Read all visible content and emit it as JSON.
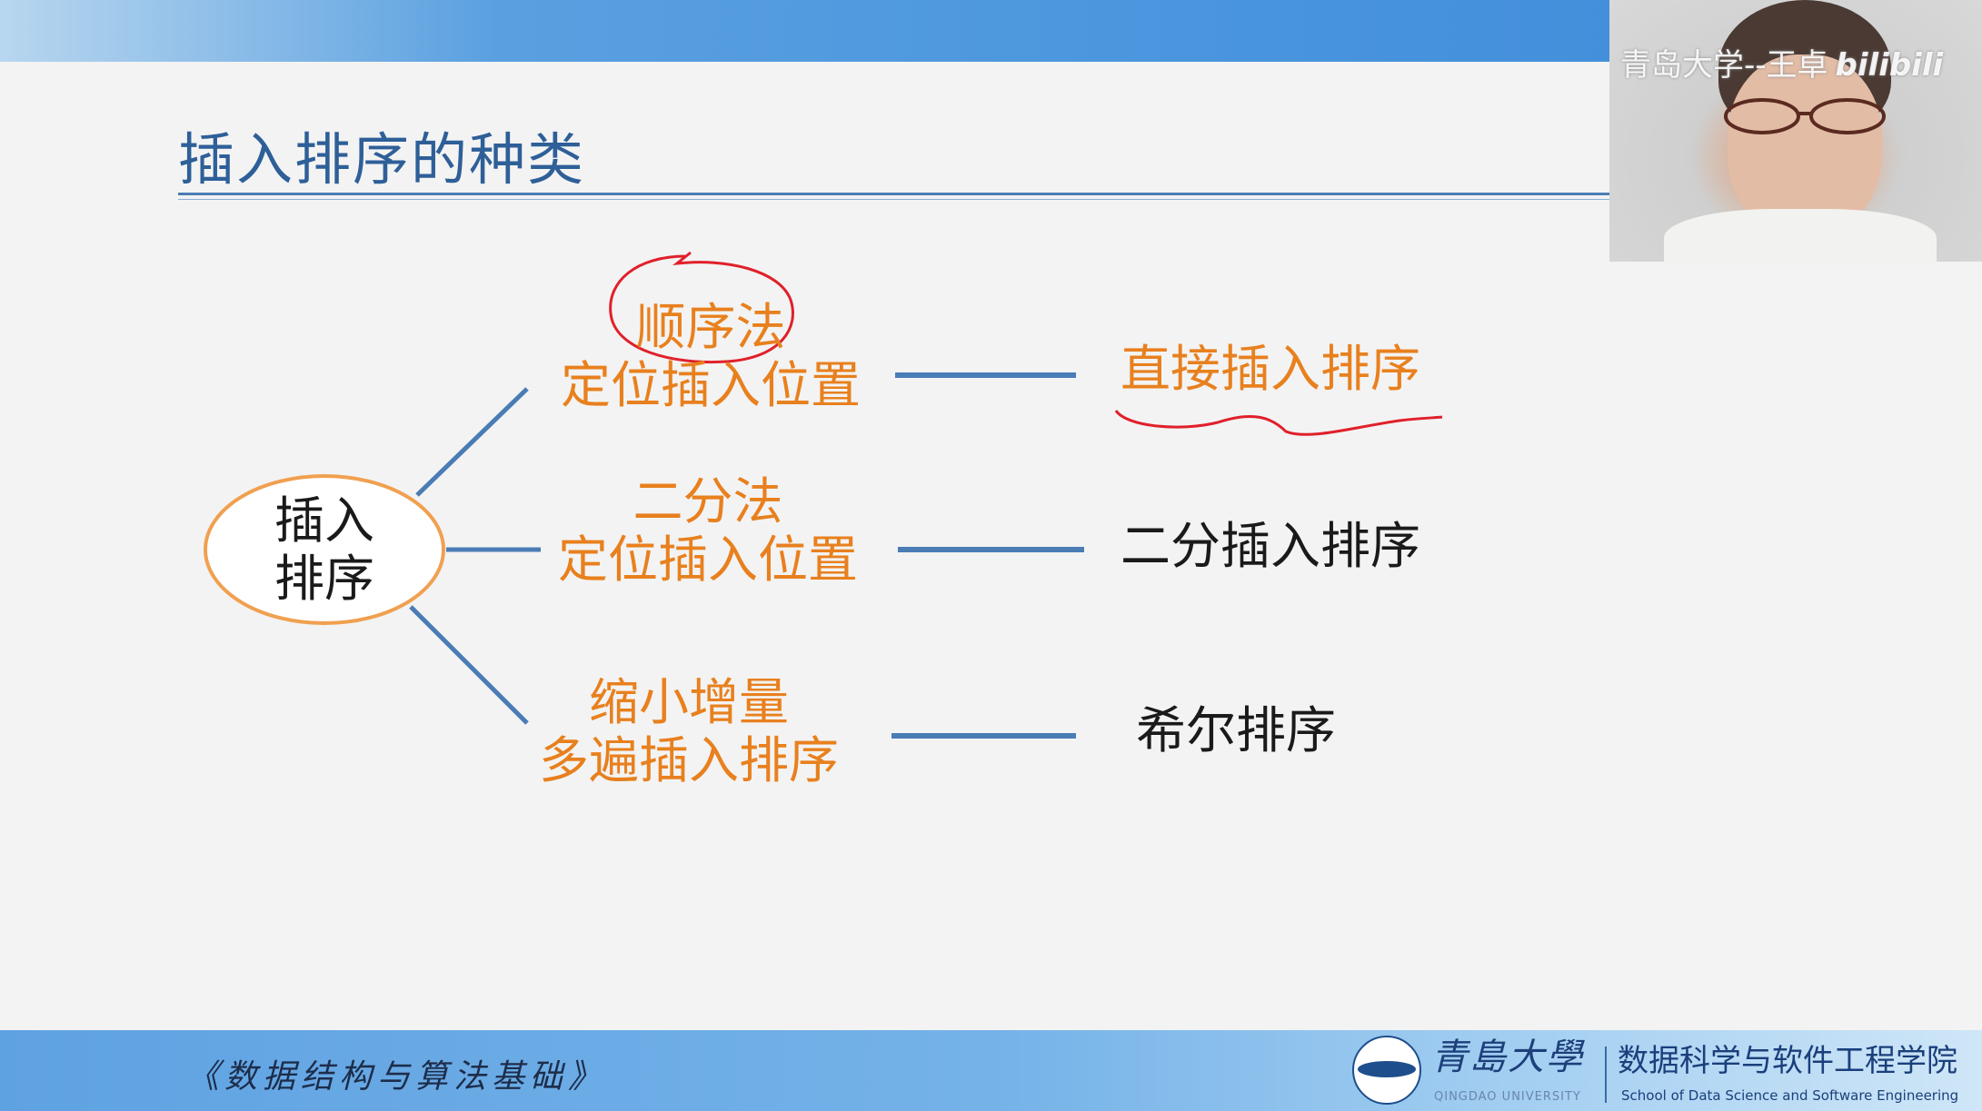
{
  "slide": {
    "title": "插入排序的种类",
    "root": [
      "插入",
      "排序"
    ],
    "branches": [
      {
        "method": [
          "顺序法",
          "定位插入位置"
        ],
        "result": "直接插入排序"
      },
      {
        "method": [
          "二分法",
          "定位插入位置"
        ],
        "result": "二分插入排序"
      },
      {
        "method": [
          "缩小增量",
          "多遍插入排序"
        ],
        "result": "希尔排序"
      }
    ]
  },
  "webcam": {
    "watermark": "青岛大学--王卓",
    "platform": "bilibili"
  },
  "footer": {
    "book": "《数据结构与算法基础》",
    "university_cn": "青島大學",
    "university_en": "QINGDAO UNIVERSITY",
    "school_cn": "数据科学与软件工程学院",
    "school_en": "School of Data Science and Software Engineering"
  },
  "colors": {
    "accent_orange": "#e8801e",
    "line_blue": "#4a7cb5",
    "annotation_red": "#e0202a"
  }
}
